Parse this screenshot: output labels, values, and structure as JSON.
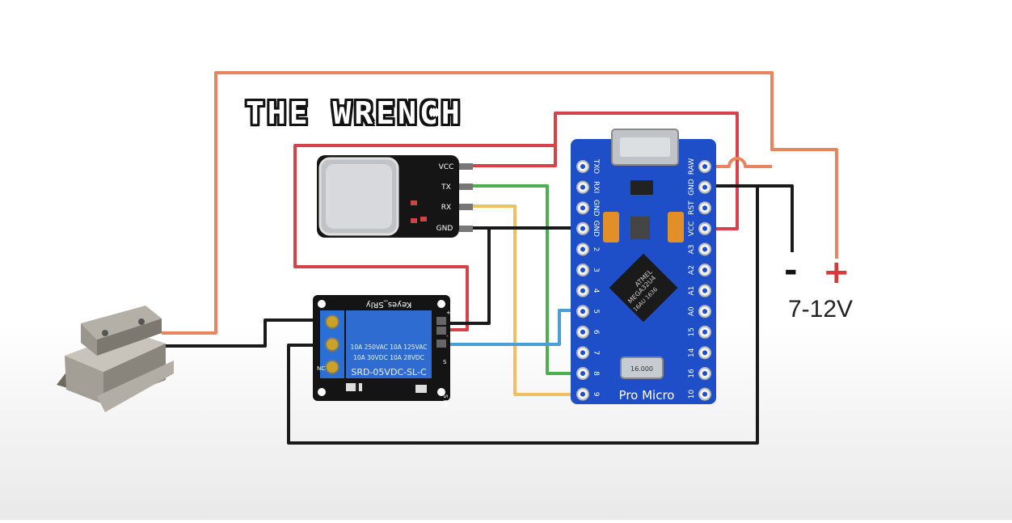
{
  "title": "THE WRENCH",
  "power": {
    "minus": "-",
    "plus": "+",
    "voltage": "7-12V"
  },
  "fingerprint": {
    "pins": [
      "VCC",
      "TX",
      "RX",
      "GND"
    ]
  },
  "relay": {
    "brand": "Keyes_SRly",
    "rating1": "10A 250VAC  10A 125VAC",
    "rating2": "10A  30VDC  10A  28VDC",
    "model": "SRD-05VDC-SL-C",
    "nc": "NC",
    "pins": [
      "+",
      "-",
      "S"
    ],
    "pins_label": "S Pin"
  },
  "promicro": {
    "name": "Pro Micro",
    "chip1": "ATMEL",
    "chip2": "MEGA32U4",
    "chip3": "16AU 1636",
    "left_pins": [
      "TXO",
      "RXI",
      "GND",
      "GND",
      "2",
      "3",
      "4",
      "5",
      "6",
      "7",
      "8",
      "9"
    ],
    "right_pins": [
      "RAW",
      "GND",
      "RST",
      "VCC",
      "A3",
      "A2",
      "A1",
      "A0",
      "15",
      "14",
      "16",
      "10"
    ],
    "crystal": "16.000"
  },
  "colors": {
    "red": "#d9414a",
    "orange": "#e8855f",
    "black": "#1a1a1a",
    "green": "#4caf50",
    "blue": "#4a9fd6",
    "yellow": "#f0c060",
    "pcb": "#1e4fc9"
  }
}
